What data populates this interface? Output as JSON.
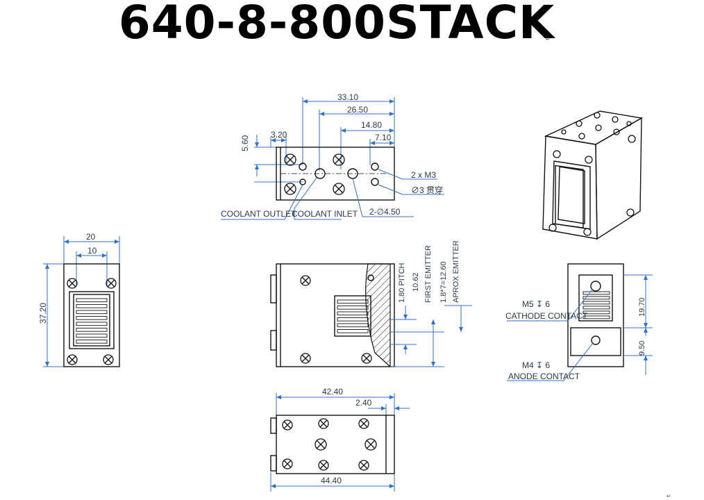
{
  "title": "640-8-800STACK",
  "top_view": {
    "dims": [
      "33.10",
      "26.50",
      "14.80",
      "7.10",
      "3.20",
      "5.60"
    ],
    "callouts": [
      "2 x M3",
      "∅3 贯穿",
      "2-∅4.50"
    ],
    "labels": [
      "COOLANT OUTLET",
      "COOLANT INLET"
    ]
  },
  "front_view": {
    "dims": [
      "20",
      "10",
      "37.20"
    ]
  },
  "side_view": {
    "dims": [
      "1.80 PITCH",
      "10.62",
      "FIRST EMITTER",
      "1.8*7=12.60",
      "APROX EMITTER"
    ]
  },
  "right_view": {
    "callouts": [
      "M5 ↧ 6",
      "CATHODE CONTACT",
      "M4 ↧ 6",
      "ANODE CONTACT"
    ],
    "dims": [
      "19.70",
      "9.50"
    ]
  },
  "bottom_view": {
    "dims": [
      "42.40",
      "2.40",
      "44.40"
    ]
  }
}
